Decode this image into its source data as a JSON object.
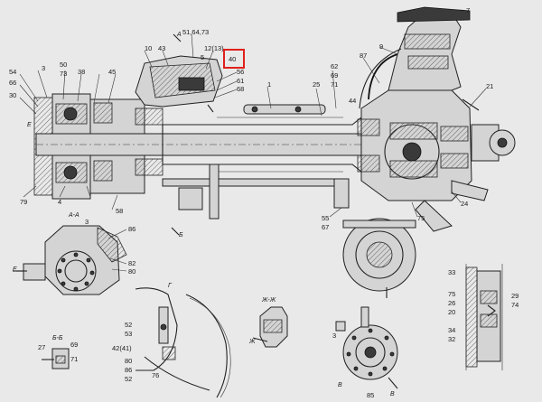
{
  "highlight": {
    "label": "40",
    "color": "#e0201b"
  },
  "section_labels": {
    "a_top": "А",
    "e_left": "Е",
    "b_bottom": "Б",
    "a_a": "А-А",
    "b_b": "Б-Б",
    "zh_zh": "Ж-Ж",
    "zh_left": "Ж",
    "e_right": "Е",
    "v_left": "В",
    "v_right": "В",
    "g_top": "Г"
  },
  "callouts": [
    "10",
    "43",
    "51,64,73",
    "12(13)",
    "56",
    "61",
    "68",
    "54",
    "66",
    "30",
    "3",
    "50",
    "73",
    "38",
    "45",
    "5",
    "1",
    "25",
    "62",
    "69",
    "71",
    "9",
    "87",
    "44",
    "7",
    "21",
    "75",
    "79",
    "4",
    "58",
    "24",
    "55",
    "67",
    "3",
    "86",
    "82",
    "80",
    "52",
    "53",
    "42(41)",
    "80",
    "86",
    "52",
    "76",
    "27",
    "69",
    "71",
    "3",
    "85",
    "33",
    "75",
    "26",
    "20",
    "29",
    "74",
    "34",
    "32"
  ]
}
